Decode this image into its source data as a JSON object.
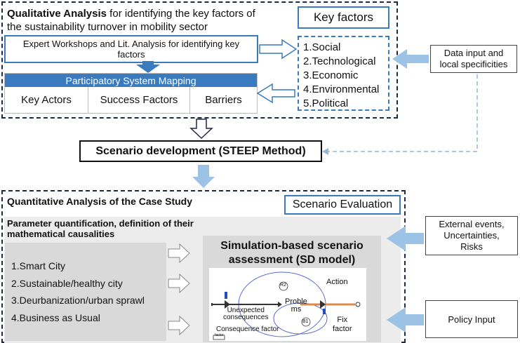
{
  "qualitative": {
    "title_bold": "Qualitative Analysis",
    "title_rest": " for identifying the key factors of",
    "title_line2": "the sustainability turnover in mobility sector",
    "expert_line1": "Expert Workshops and Lit. Analysis for identifying key",
    "expert_line2": "factors",
    "psm_header": "Participatory System Mapping",
    "psm_cells": [
      "Key Actors",
      "Success Factors",
      "Barriers"
    ]
  },
  "key_factors": {
    "title": "Key factors",
    "items": [
      "1.Social",
      "2.Technological",
      "3.Economic",
      "4.Environmental",
      "5.Political"
    ]
  },
  "data_input": {
    "line1": "Data input and",
    "line2": "local specificities"
  },
  "scenario_dev": {
    "label": "Scenario development (STEEP Method)"
  },
  "quantitative": {
    "title": "Quantitative Analysis of the Case Study",
    "scenario_eval": "Scenario Evaluation",
    "param_line1": "Parameter quantification, definition of their",
    "param_line2": "mathematical causalities",
    "scenarios": [
      "1.Smart City",
      "2.Sustainable/healthy city",
      "3.Deurbanization/urban sprawl",
      "4.Business as Usual"
    ],
    "sim_line1": "Simulation-based scenario",
    "sim_line2": "assessment (SD model)"
  },
  "sd_model": {
    "r2": "R2",
    "b1": "B1",
    "action": "Action",
    "problems_line1": "Proble",
    "problems_line2": "ms",
    "unexpected_line1": "Unexpected",
    "unexpected_line2": "consequences",
    "fix_line1": "Fix",
    "fix_line2": "factor",
    "consequence_factor": "Consequence factor",
    "small_label": "factor"
  },
  "external": {
    "line1": "External events,",
    "line2": "Uncertainties,",
    "line3": "Risks"
  },
  "policy": {
    "label": "Policy Input"
  },
  "colors": {
    "navy": "#1f2a44",
    "blue": "#3a7bbf",
    "light_blue": "#9cc3e6",
    "gray": "#d9d9d9"
  }
}
